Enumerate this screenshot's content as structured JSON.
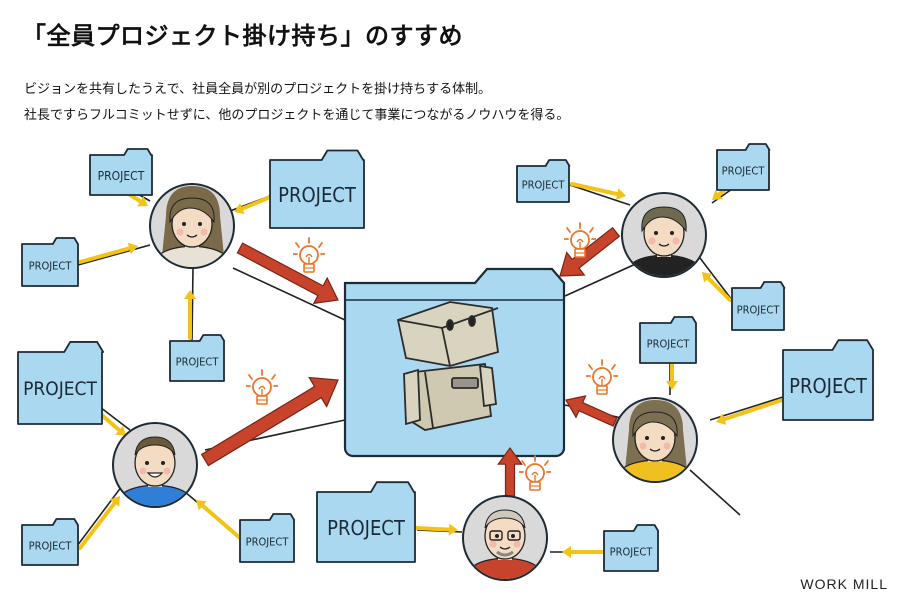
{
  "title": "「全員プロジェクト掛け持ち」のすすめ",
  "subtitle_lines": [
    "ビジョンを共有したうえで、社員全員が別のプロジェクトを掛け持ちする体制。",
    "社長ですらフルコミットせずに、他のプロジェクトを通じて事業につながるノウハウを得る。"
  ],
  "credit": "WORK MILL",
  "folder_label": "PROJECT",
  "colors": {
    "folder_fill": "#a9d8f0",
    "folder_stroke": "#1d2b35",
    "arrow_yellow": "#f2c316",
    "arrow_red": "#c8432c",
    "bulb_orange": "#e9762b",
    "robot": "#d9d4bf"
  },
  "center": {
    "icon": "cardboard-robot-icon"
  },
  "people": [
    {
      "id": "top-left",
      "icon": "woman-long-hair-avatar-icon"
    },
    {
      "id": "top-right",
      "icon": "woman-short-hair-avatar-icon"
    },
    {
      "id": "mid-right",
      "icon": "woman-ponytail-avatar-icon"
    },
    {
      "id": "bottom-left",
      "icon": "man-smiling-avatar-icon"
    },
    {
      "id": "bottom-center",
      "icon": "man-glasses-avatar-icon"
    }
  ]
}
